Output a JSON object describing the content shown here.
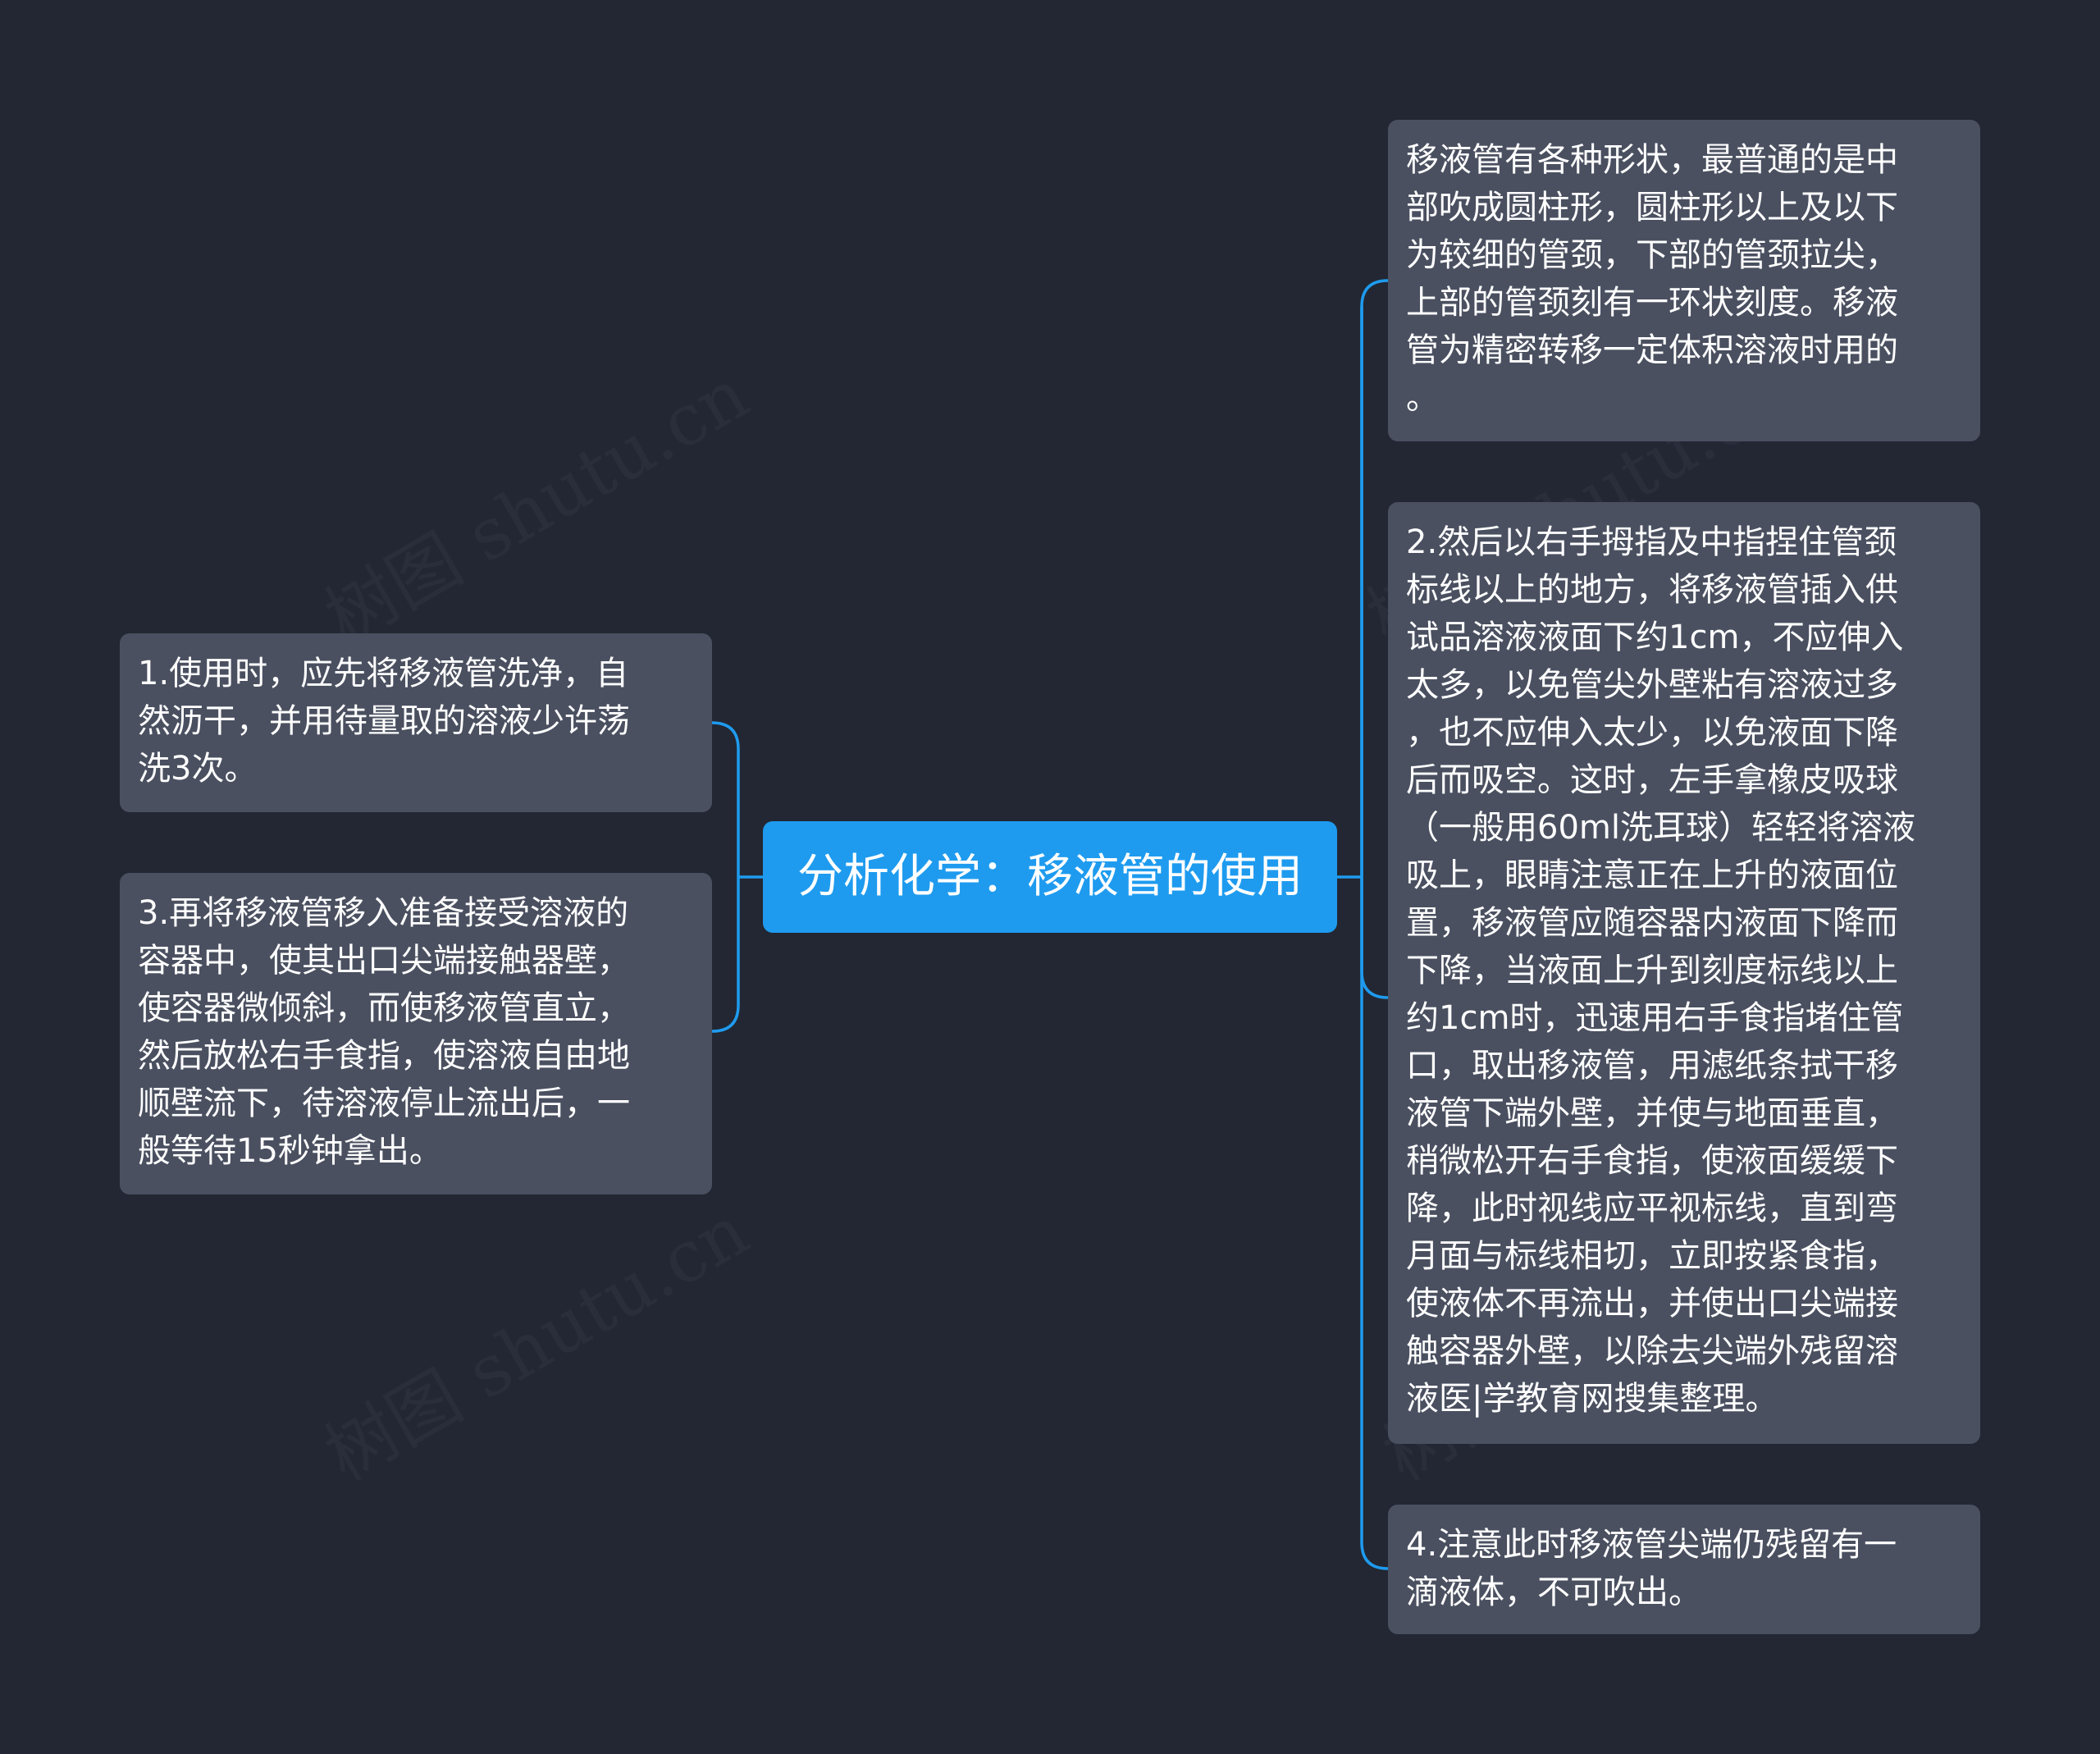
{
  "root": {
    "label": "分析化学：移液管的使用"
  },
  "nodes": {
    "intro": "移液管有各种形状，最普通的是中\n部吹成圆柱形，圆柱形以上及以下\n为较细的管颈，下部的管颈拉尖，\n上部的管颈刻有一环状刻度。移液\n管为精密转移一定体积溶液时用的\n。",
    "step1": "1.使用时，应先将移液管洗净，自\n然沥干，并用待量取的溶液少许荡\n洗3次。",
    "step2": "2.然后以右手拇指及中指捏住管颈\n标线以上的地方，将移液管插入供\n试品溶液液面下约1cm，不应伸入\n太多，以免管尖外壁粘有溶液过多\n，也不应伸入太少，以免液面下降\n后而吸空。这时，左手拿橡皮吸球\n（一般用60ml洗耳球）轻轻将溶液\n吸上，眼睛注意正在上升的液面位\n置，移液管应随容器内液面下降而\n下降，当液面上升到刻度标线以上\n约1cm时，迅速用右手食指堵住管\n口，取出移液管，用滤纸条拭干移\n液管下端外壁，并使与地面垂直，\n稍微松开右手食指，使液面缓缓下\n降，此时视线应平视标线，直到弯\n月面与标线相切，立即按紧食指，\n使液体不再流出，并使出口尖端接\n触容器外壁，以除去尖端外残留溶\n液医|学教育网搜集整理。",
    "step3": "3.再将移液管移入准备接受溶液的\n容器中，使其出口尖端接触器壁，\n使容器微倾斜，而使移液管直立，\n然后放松右手食指，使溶液自由地\n顺壁流下，待溶液停止流出后，一\n般等待15秒钟拿出。",
    "step4": "4.注意此时移液管尖端仍残留有一\n滴液体，不可吹出。"
  },
  "watermark": "树图 shutu.cn",
  "colors": {
    "background": "#222733",
    "root_fill": "#1e9bef",
    "node_fill": "#4a5060",
    "connector": "#1e9bef",
    "text": "#ffffff"
  }
}
